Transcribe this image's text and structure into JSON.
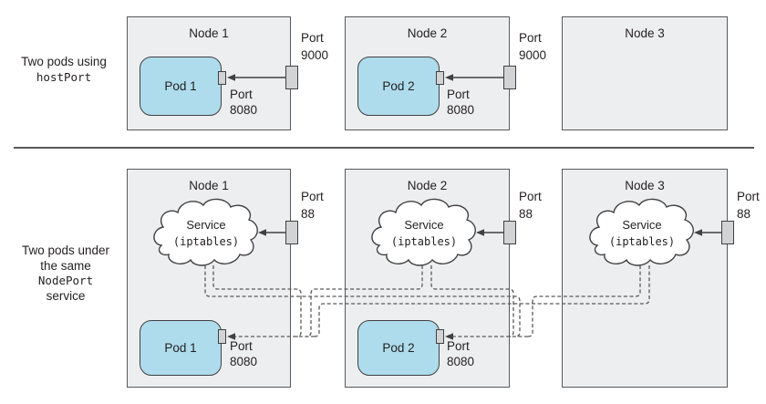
{
  "captions": {
    "host_port": {
      "line1": "Two pods using",
      "code": "hostPort"
    },
    "node_port": {
      "line1": "Two pods under",
      "line2": "the same",
      "code": "NodePort",
      "line3": "service"
    }
  },
  "top": {
    "nodes": [
      {
        "title": "Node 1",
        "pod": {
          "label": "Pod 1",
          "port_word": "Port",
          "port_number": "8080"
        },
        "host_port": {
          "word": "Port",
          "number": "9000"
        }
      },
      {
        "title": "Node 2",
        "pod": {
          "label": "Pod 2",
          "port_word": "Port",
          "port_number": "8080"
        },
        "host_port": {
          "word": "Port",
          "number": "9000"
        }
      },
      {
        "title": "Node 3"
      }
    ]
  },
  "bottom": {
    "nodes": [
      {
        "title": "Node 1",
        "service": {
          "name": "Service",
          "impl": "(iptables)"
        },
        "node_port": {
          "word": "Port",
          "number": "88"
        },
        "pod": {
          "label": "Pod 1",
          "port_word": "Port",
          "port_number": "8080"
        }
      },
      {
        "title": "Node 2",
        "service": {
          "name": "Service",
          "impl": "(iptables)"
        },
        "node_port": {
          "word": "Port",
          "number": "88"
        },
        "pod": {
          "label": "Pod 2",
          "port_word": "Port",
          "port_number": "8080"
        }
      },
      {
        "title": "Node 3",
        "service": {
          "name": "Service",
          "impl": "(iptables)"
        },
        "node_port": {
          "word": "Port",
          "number": "88"
        }
      }
    ]
  },
  "colors": {
    "node_fill": "#edeeef",
    "pod_fill": "#aedcec",
    "port_fill": "#d1d3d4",
    "line": "#414042",
    "dashed_line": "#58595b"
  }
}
